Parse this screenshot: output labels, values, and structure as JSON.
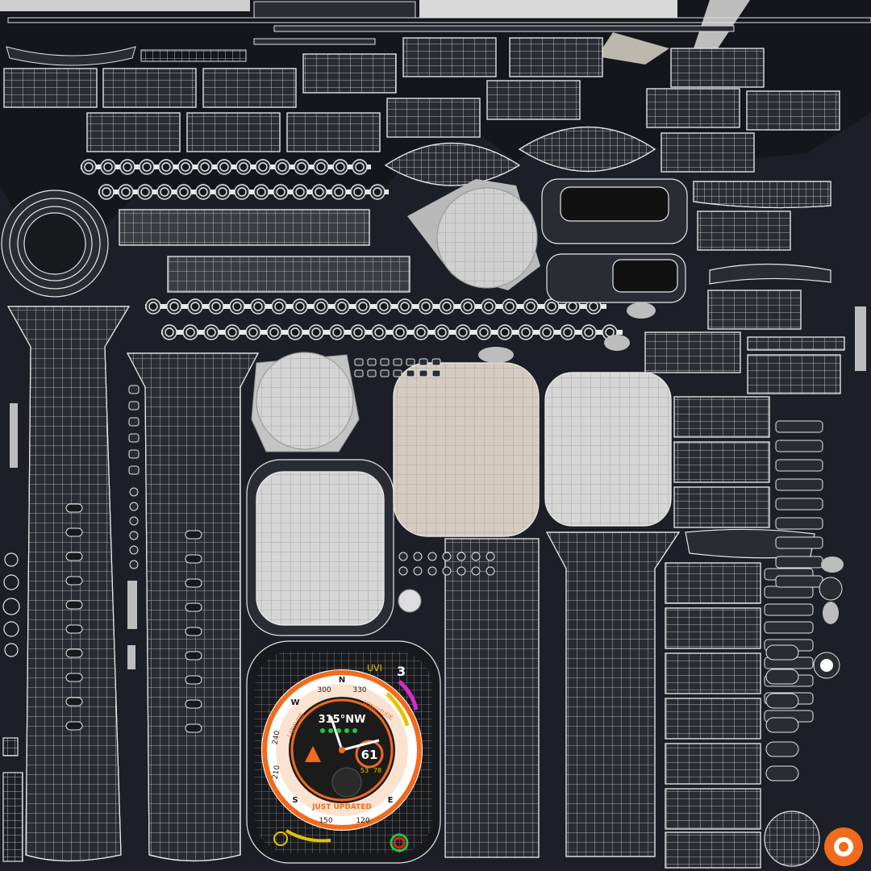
{
  "colors": {
    "background": "#14161c",
    "wire": "#e4e4e4",
    "mesh_fill": "#2a2c33",
    "light_fill": "#cfcfcf",
    "skin_fill": "#d6cbc0",
    "dial_orange": "#f26b1d",
    "dial_dark": "#1b1b1b",
    "accent_yellow": "#e3c400",
    "accent_green": "#27c24c",
    "accent_magenta": "#d92ad1",
    "accent_red": "#e02020"
  },
  "watch_face": {
    "heading": "315°NW",
    "big_number": "61",
    "small_left": "53",
    "small_right": "78",
    "uv_label": "UVI",
    "uv_value": "3",
    "lower_label": "JUST UPDATED",
    "latitude_label": "LATITUDE",
    "longitude_label": "LONGITUDE",
    "compass": [
      "N",
      "E",
      "S",
      "W"
    ],
    "bezel_numbers": [
      "300",
      "330",
      "240",
      "210",
      "150",
      "120"
    ]
  }
}
